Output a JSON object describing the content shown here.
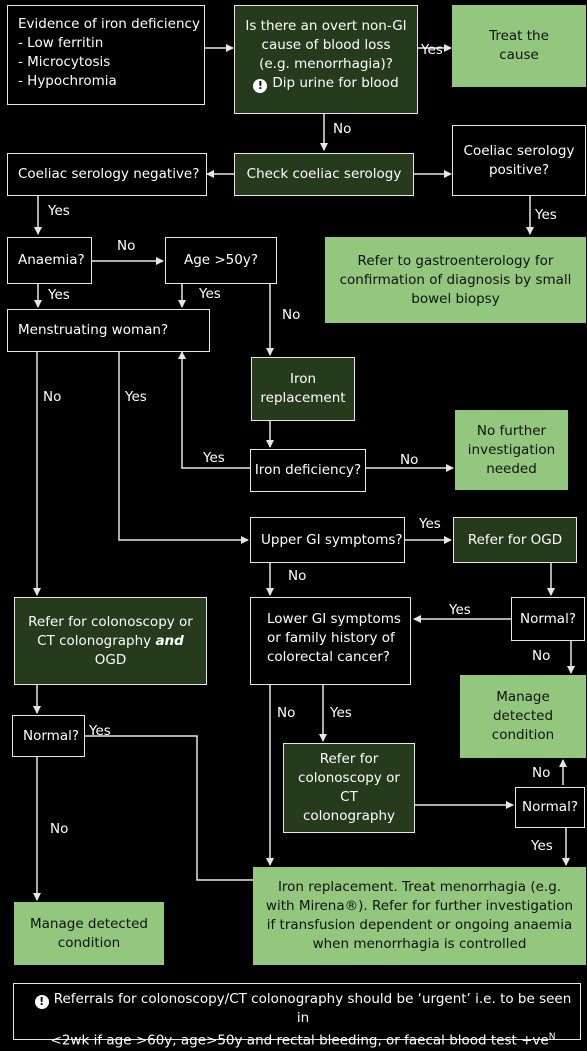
{
  "boxes": {
    "evidence": {
      "title": "Evidence of iron deficiency",
      "items": [
        "- Low ferritin",
        "- Microcytosis",
        "- Hypochromia"
      ]
    },
    "overt_cause": {
      "line1": "Is there an overt non-GI",
      "line2": "cause of blood loss",
      "line3": "(e.g. menorrhagia)?",
      "dip": "Dip urine for blood"
    },
    "treat_cause": "Treat the cause",
    "coeliac_negative": "Coeliac serology negative?",
    "check_coeliac": "Check coeliac serology",
    "coeliac_positive": "Coeliac serology positive?",
    "anaemia": "Anaemia?",
    "age50": "Age >50y?",
    "refer_gastro": "Refer to gastroenterology for confirmation of diagnosis by small bowel biopsy",
    "menstruating": "Menstruating woman?",
    "iron_replacement": "Iron replacement",
    "iron_deficiency": "Iron deficiency?",
    "no_further": "No further investigation needed",
    "upper_gi": "Upper GI symptoms?",
    "refer_ogd": "Refer for OGD",
    "refer_colon_ogd_a": "Refer for colonoscopy or CT colonography ",
    "refer_colon_ogd_and": "and",
    "refer_colon_ogd_b": " OGD",
    "lower_gi": "Lower GI symptoms or family history of colorectal cancer?",
    "normal_right": "Normal?",
    "manage_right": "Manage detected condition",
    "normal_left": "Normal?",
    "refer_colon": "Refer for colonoscopy or CT colonography",
    "normal_mid": "Normal?",
    "iron_treat": "Iron replacement. Treat menorrhagia (e.g. with Mirena®). Refer for further investigation if transfusion dependent or ongoing anaemia when menorrhagia is controlled",
    "manage_left": "Manage detected condition"
  },
  "footnote": {
    "line1": "Referrals for colonoscopy/CT colonography should be ‘urgent’ i.e. to be seen in",
    "line2": "<2wk if age >60y, age>50y and rectal bleeding, or faecal blood test +ve",
    "sup": "N"
  },
  "labels": {
    "yes": "Yes",
    "no": "No"
  }
}
